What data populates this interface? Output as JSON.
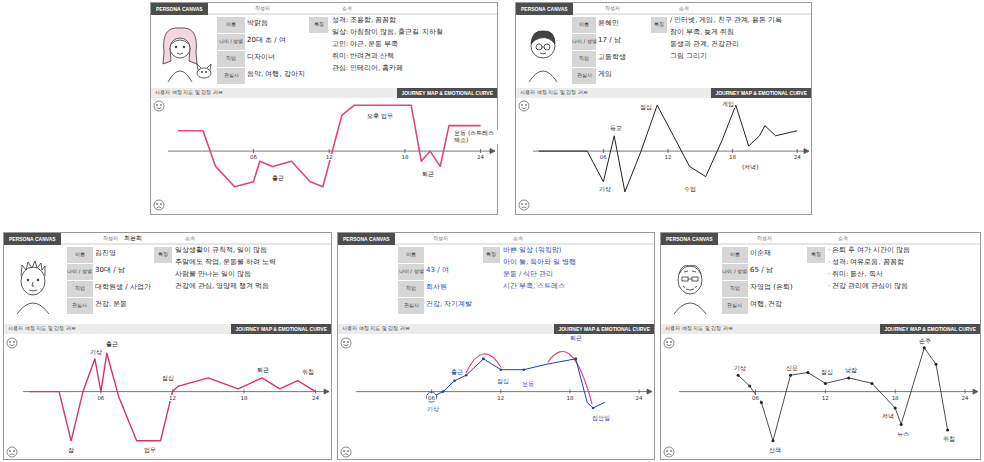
{
  "diagram": {
    "nodes": [
      {
        "text": [
          "PERSONA CANVAS"
        ]
      },
      {
        "text": [
          "PERSONA CANVAS"
        ]
      },
      {
        "text": [
          "PERSONA CANVAS"
        ]
      },
      {
        "text": [
          "PERSONA CANVAS"
        ]
      },
      {
        "text": [
          "PERSONA CANVAS"
        ]
      }
    ],
    "labels": [
      "작성자",
      "소속",
      "이름",
      "나이 / 성별",
      "직업",
      "관심사",
      "특징",
      "사용자 여정 지도 및 감정 커브",
      "JOURNEY MAP & EMOTIONAL CURVE",
      "06",
      "12",
      "18",
      "24",
      "박맑음",
      "20대 초 / 여",
      "디자이너",
      "음악, 여행, 강아지",
      "성격: 조용함, 꼼꼼함",
      "일상: 아침잠이 많음, 출근길 지하철",
      "고민: 야근, 운동 부족",
      "취미: 반려견과 산책",
      "관심: 인테리어, 홈카페",
      "출근",
      "오후 업무",
      "퇴근",
      "운동 (스트레스 해소)",
      "작성자",
      "소속",
      "이름",
      "나이 / 성별",
      "직업",
      "관심사",
      "특징",
      "사용자 여정 지도 및 감정 커브",
      "JOURNEY MAP & EMOTIONAL CURVE",
      "06",
      "12",
      "18",
      "24",
      "윤혜민",
      "17 / 남",
      "고등학생",
      "게임",
      "/ 인터넷, 게임, 친구 관계, 용돈 기록",
      "잠이 부족, 늦게 취침",
      "동생과 관계, 건강관리",
      "그림 그리기",
      "기상",
      "등교",
      "점심",
      "게임",
      "(저녁)",
      "수업",
      "작성자",
      "소속",
      "이름",
      "나이 / 성별",
      "직업",
      "관심사",
      "특징",
      "사용자 여정 지도 및 감정 커브",
      "JOURNEY MAP & EMOTIONAL CURVE",
      "06",
      "12",
      "18",
      "24",
      "최윤희",
      "김진영",
      "30대 / 남",
      "대학원생 / 사업가",
      "건강, 운동",
      "일상생활이 규칙적, 일이 많음",
      "주말에도 작업, 운동을 하려 노력",
      "사람을 만나는 일이 많음",
      "건강에 관심, 영양제 챙겨 먹음",
      "잠",
      "기상",
      "출근",
      "업무",
      "점심",
      "퇴근",
      "취침",
      "작성자",
      "소속",
      "이름",
      "나이 / 성별",
      "직업",
      "관심사",
      "특징",
      "사용자 여정 지도 및 감정 커브",
      "JOURNEY MAP & EMOTIONAL CURVE",
      "06",
      "12",
      "18",
      "24",
      "43 / 여",
      "회사원",
      "건강, 자기계발",
      "바쁜 일상 (워킹맘)",
      "아이 둘, 육아와 일 병행",
      "운동 / 식단 관리",
      "시간 부족, 스트레스",
      "기상",
      "출근",
      "점심",
      "운동",
      "퇴근",
      "집안일",
      "작성자",
      "소속",
      "이름",
      "나이 / 성별",
      "직업",
      "관심사",
      "특징",
      "사용자 여정 지도 및 감정 커브",
      "JOURNEY MAP & EMOTIONAL CURVE",
      "06",
      "12",
      "18",
      "24",
      "이순재",
      "65 / 남",
      "자영업 (은퇴)",
      "여행, 건강",
      "· 은퇴 후 여가 시간이 많음",
      "· 성격: 여유로움, 꼼꼼함",
      "· 취미: 등산, 독서",
      "· 건강 관리에 관심이 많음",
      "기상",
      "산책",
      "신문",
      "점심",
      "낮잠",
      "저녁",
      "뉴스",
      "손주",
      "취침"
    ]
  }
}
